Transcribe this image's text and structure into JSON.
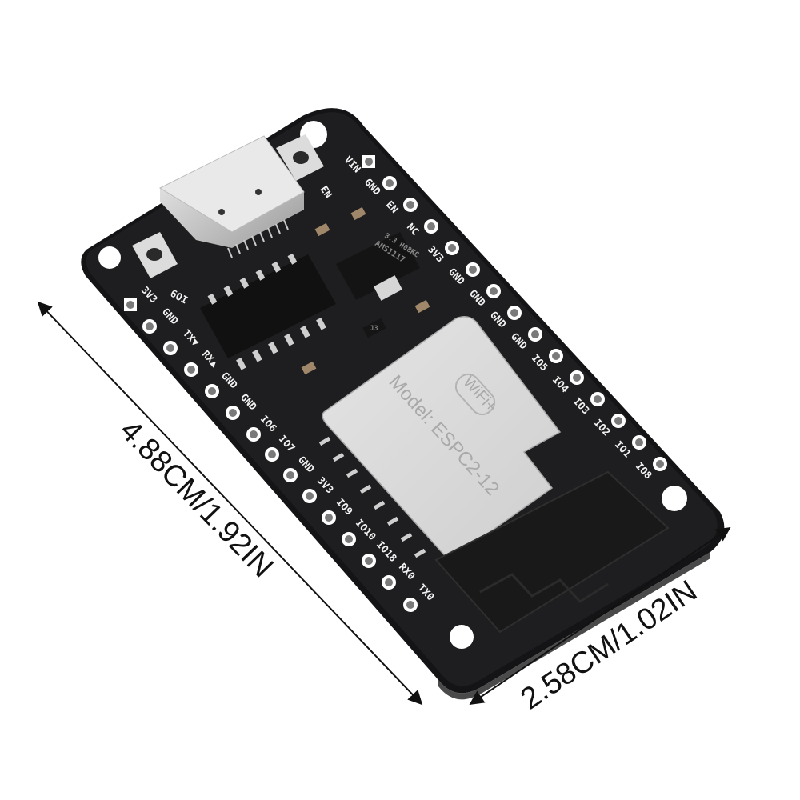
{
  "product": {
    "type": "ESP32-C3 development board",
    "colors": {
      "pcb": "#1c1c1e",
      "silkscreen": "#f2f2f2",
      "shield": "#d9d9d9",
      "pad": "#7a7a7a",
      "background": "#ffffff"
    }
  },
  "module": {
    "model_text": "Model: ESPC2-12",
    "badge_text": "WiFi+"
  },
  "regulator": {
    "line1": "AMS1117",
    "line2": "3.3 H08KC"
  },
  "transistor": {
    "label": "J3"
  },
  "buttons": {
    "top": "EN",
    "left": "IO9"
  },
  "header_top_right": {
    "pins": [
      "VIN",
      "GND",
      "EN",
      "NC",
      "3V3",
      "GND",
      "GND",
      "GND",
      "GND",
      "IO5",
      "IO4",
      "IO3",
      "IO2",
      "IO1",
      "IO8"
    ]
  },
  "header_bottom_left": {
    "pins": [
      "3V3",
      "GND",
      "TX▼",
      "RX▲",
      "GND",
      "GND",
      "IO6",
      "IO7",
      "GND",
      "3V3",
      "IO9",
      "IO10",
      "IO18",
      "RX0",
      "TX0"
    ]
  },
  "dimensions": {
    "length": "4.88CM/1.92IN",
    "width": "2.58CM/1.02IN"
  }
}
